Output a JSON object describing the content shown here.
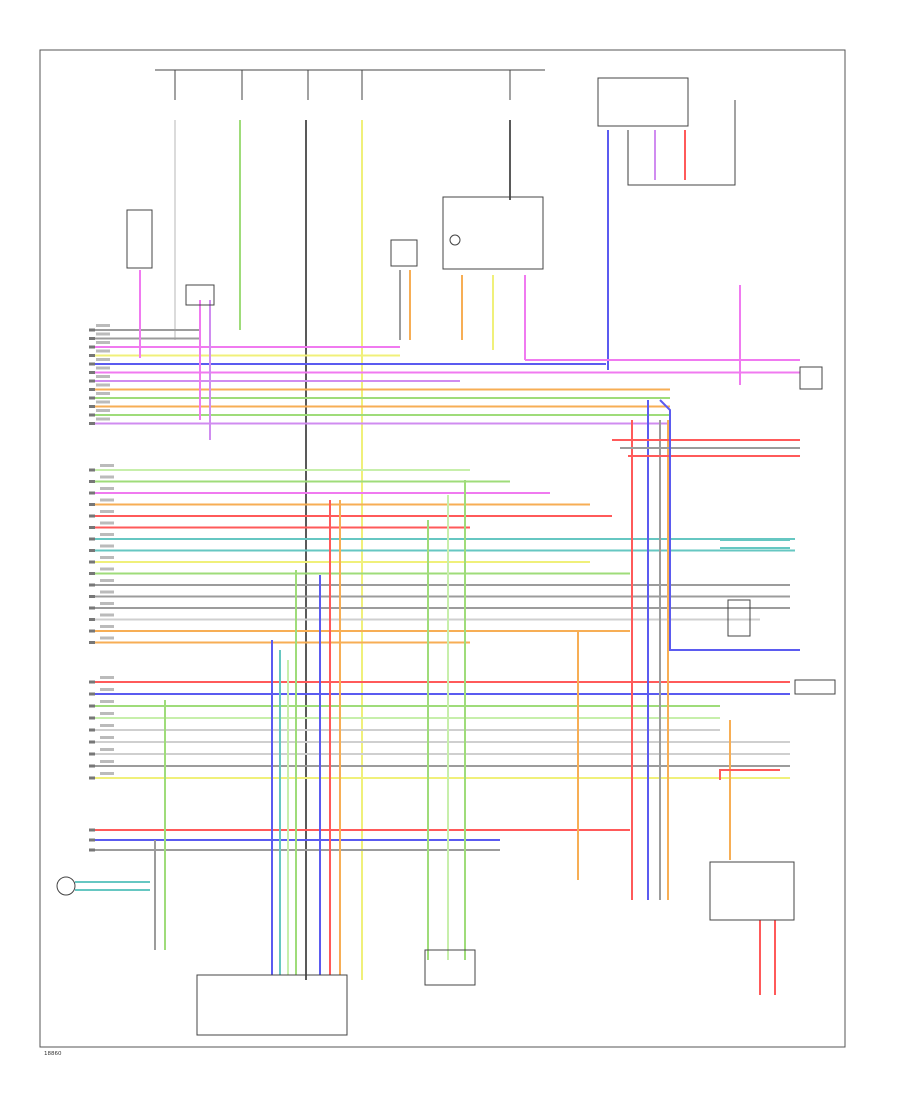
{
  "diagram": {
    "footer_id": "18860",
    "colors": {
      "red": "#ff5a5a",
      "orange": "#f7ae55",
      "yellow": "#f0f07a",
      "green": "#9fdc7a",
      "lightgreen": "#c7efab",
      "blue": "#5b5bf0",
      "violet": "#d08cf0",
      "pink": "#f07af0",
      "gray": "#9c9c9c",
      "lightgray": "#cfcfcf",
      "teal": "#66c7c2",
      "black": "#222222",
      "brown": "#b27a55"
    },
    "harness_colors": [
      "gray",
      "gray",
      "pink",
      "yellow",
      "blue",
      "pink",
      "violet",
      "orange",
      "green",
      "orange",
      "green",
      "violet",
      "lightgreen",
      "green",
      "pink",
      "orange",
      "red",
      "red",
      "teal",
      "teal",
      "yellow",
      "green",
      "gray",
      "gray",
      "gray",
      "lightgray",
      "orange",
      "orange",
      "red",
      "blue",
      "green",
      "lightgreen",
      "lightgray",
      "lightgray",
      "lightgray",
      "gray",
      "yellow",
      "red",
      "blue",
      "gray"
    ]
  }
}
